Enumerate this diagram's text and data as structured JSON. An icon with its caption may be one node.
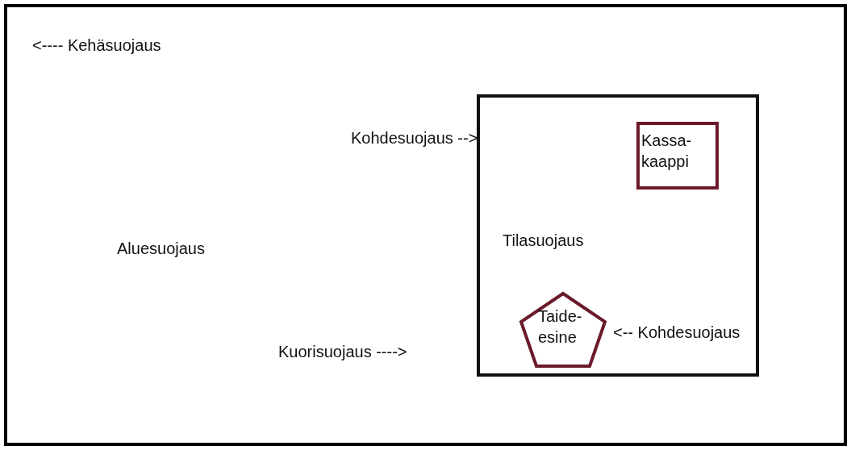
{
  "diagram": {
    "nodes": [
      {
        "text": [
          "Aluesuojaus"
        ]
      },
      {
        "text": [
          "Tilasuojaus"
        ],
        "in": 0
      },
      {
        "text": [
          "Kassa- kaappi"
        ],
        "in": 1
      },
      {
        "text": [
          "Taide- esine"
        ],
        "in": 1
      }
    ],
    "labels": [
      "<---- Kehäsuojaus",
      "Kohdesuojaus -->",
      "<-- Kohdesuojaus",
      "Kuorisuojaus ---->"
    ]
  }
}
